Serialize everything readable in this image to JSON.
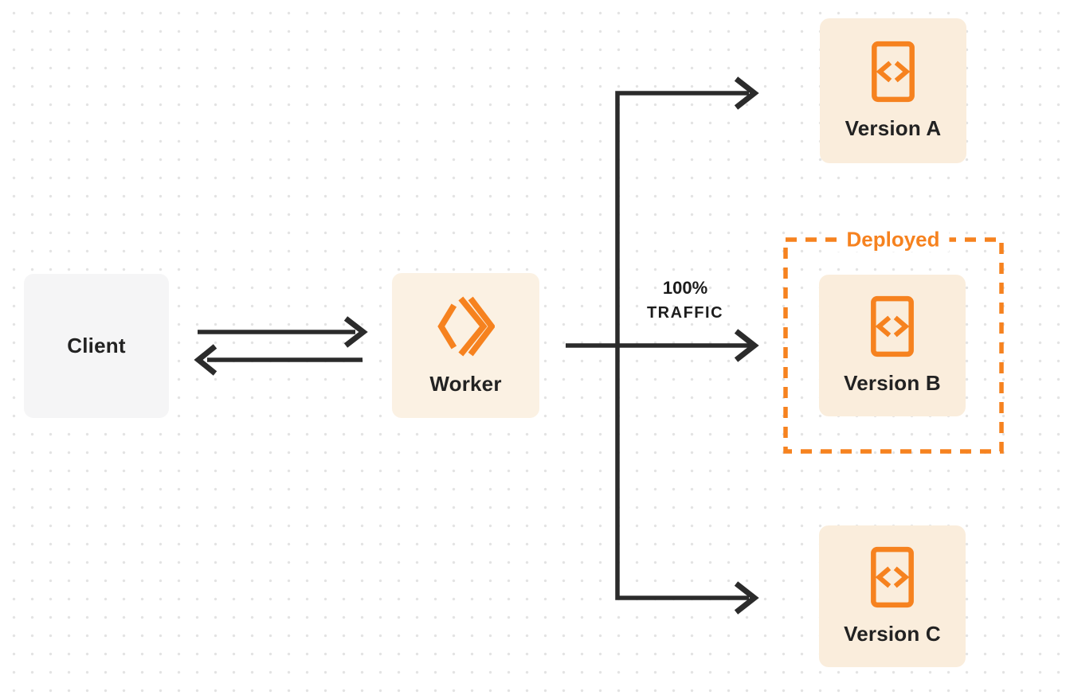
{
  "nodes": {
    "client": {
      "label": "Client"
    },
    "worker": {
      "label": "Worker"
    },
    "versions": [
      {
        "label": "Version A"
      },
      {
        "label": "Version B"
      },
      {
        "label": "Version C"
      }
    ]
  },
  "annotations": {
    "deployed": "Deployed",
    "traffic_percent": "100%",
    "traffic_word": "TRAFFIC"
  },
  "edges": [
    {
      "from": "client",
      "to": "worker",
      "type": "arrow"
    },
    {
      "from": "worker",
      "to": "client",
      "type": "arrow"
    },
    {
      "from": "worker",
      "to": "version_a",
      "type": "arrow"
    },
    {
      "from": "worker",
      "to": "version_b",
      "type": "arrow",
      "label": "100% TRAFFIC"
    },
    {
      "from": "worker",
      "to": "version_c",
      "type": "arrow"
    }
  ],
  "colors": {
    "accent_orange": "#f6821f",
    "connector_dark": "#2b2b2b",
    "client_bg": "#f5f5f6",
    "worker_bg": "#fbf1e3",
    "version_bg": "#faeddc",
    "page_bg": "#ffffff",
    "dot_grid": "#e3e3e3"
  }
}
